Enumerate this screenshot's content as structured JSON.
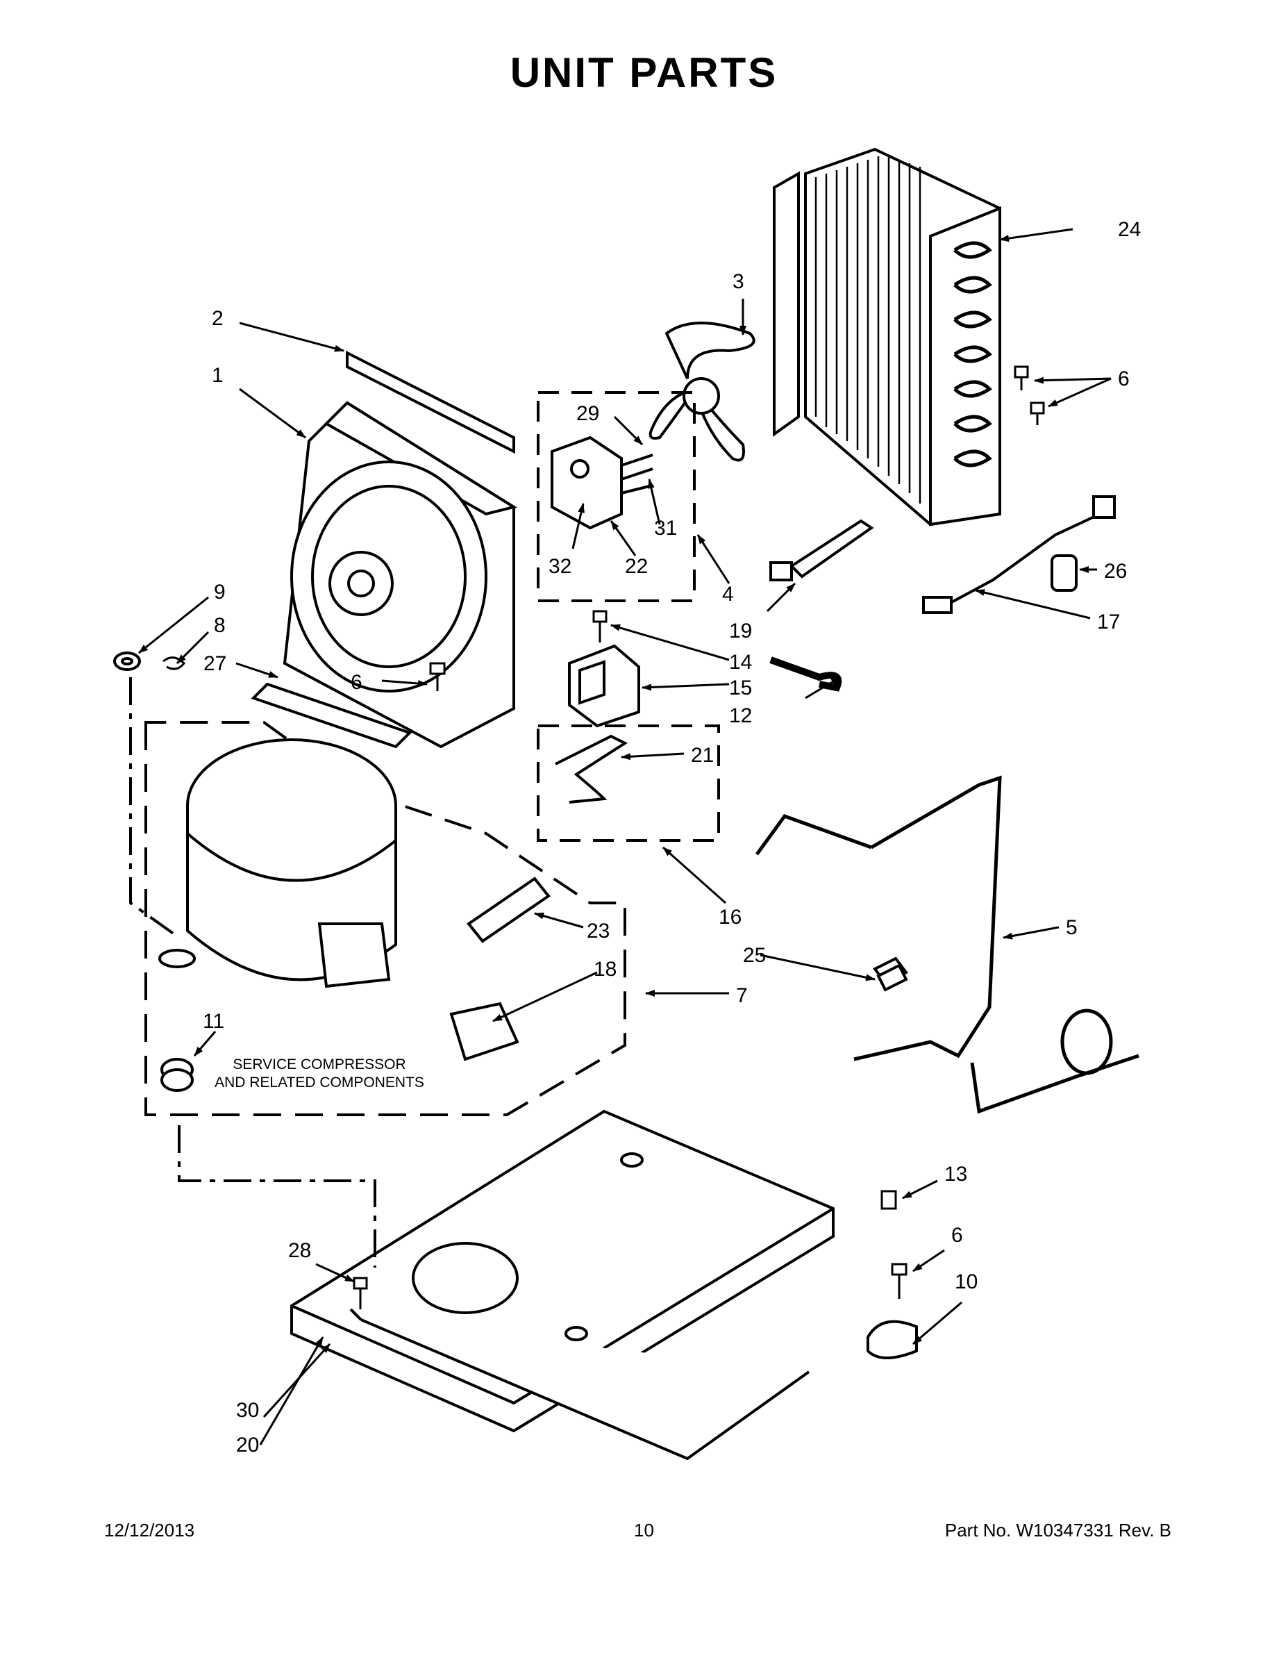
{
  "page": {
    "title": "UNIT PARTS",
    "footer": {
      "date": "12/12/2013",
      "page_number": "10",
      "part_number": "Part No.  W10347331  Rev.  B"
    }
  },
  "diagram": {
    "service_note": {
      "line1": "SERVICE COMPRESSOR",
      "line2": "AND RELATED COMPONENTS"
    },
    "callouts": {
      "c1": "1",
      "c2": "2",
      "c3": "3",
      "c4": "4",
      "c5": "5",
      "c6a": "6",
      "c6b": "6",
      "c6c": "6",
      "c7": "7",
      "c8": "8",
      "c9": "9",
      "c10": "10",
      "c11": "11",
      "c12": "12",
      "c13": "13",
      "c14": "14",
      "c15": "15",
      "c16": "16",
      "c17": "17",
      "c18": "18",
      "c19": "19",
      "c20": "20",
      "c21": "21",
      "c22": "22",
      "c23": "23",
      "c24": "24",
      "c25": "25",
      "c26": "26",
      "c27": "27",
      "c28": "28",
      "c29": "29",
      "c30": "30",
      "c31": "31",
      "c32": "32"
    }
  }
}
